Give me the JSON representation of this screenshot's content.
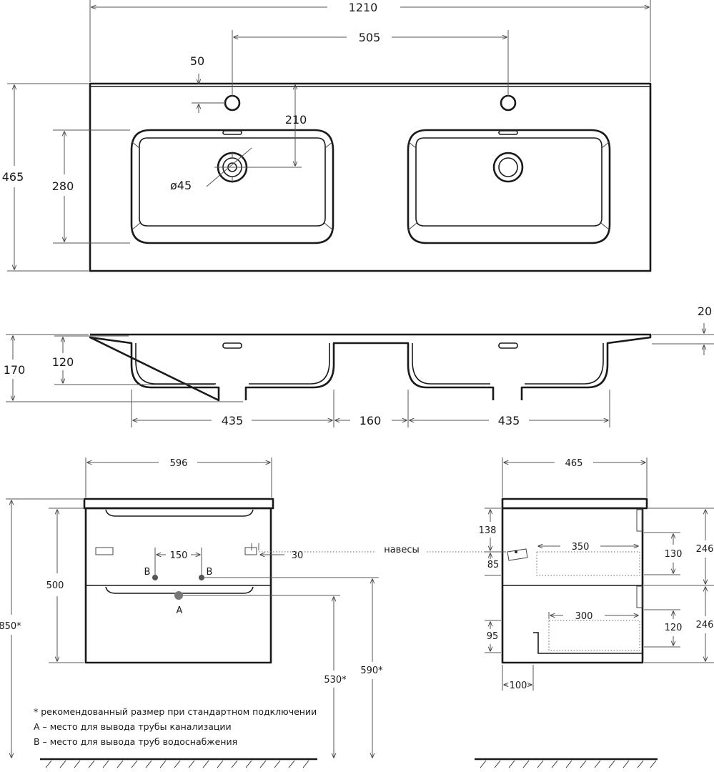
{
  "top_view": {
    "overall_width": "1210",
    "tap_spacing": "505",
    "tap_offset": "50",
    "tap_to_drain": "210",
    "drain_diameter": "ø45",
    "depth": "465",
    "bowl_depth": "280"
  },
  "section_view": {
    "slab_thickness": "20",
    "total_height": "170",
    "bowl_height": "120",
    "bowl_width_left": "435",
    "bowl_gap": "160",
    "bowl_width_right": "435"
  },
  "front_view": {
    "width": "596",
    "cabinet_height": "500",
    "total_height": "850*",
    "b_spacing": "150",
    "hanger_offset": "30",
    "label_b": "B",
    "label_a": "A",
    "height_a": "530*",
    "height_b": "590*"
  },
  "side_view": {
    "depth": "465",
    "hangers_label": "навесы",
    "dim_138": "138",
    "dim_85": "85",
    "dim_350": "350",
    "dim_130": "130",
    "dim_246_top": "246",
    "dim_300": "300",
    "dim_120": "120",
    "dim_246_bottom": "246",
    "dim_95": "95",
    "dim_100": "100"
  },
  "notes": [
    "* рекомендованный размер при стандартном подключении",
    "A – место для вывода трубы канализации",
    "B – место для вывода труб водоснабжения"
  ]
}
